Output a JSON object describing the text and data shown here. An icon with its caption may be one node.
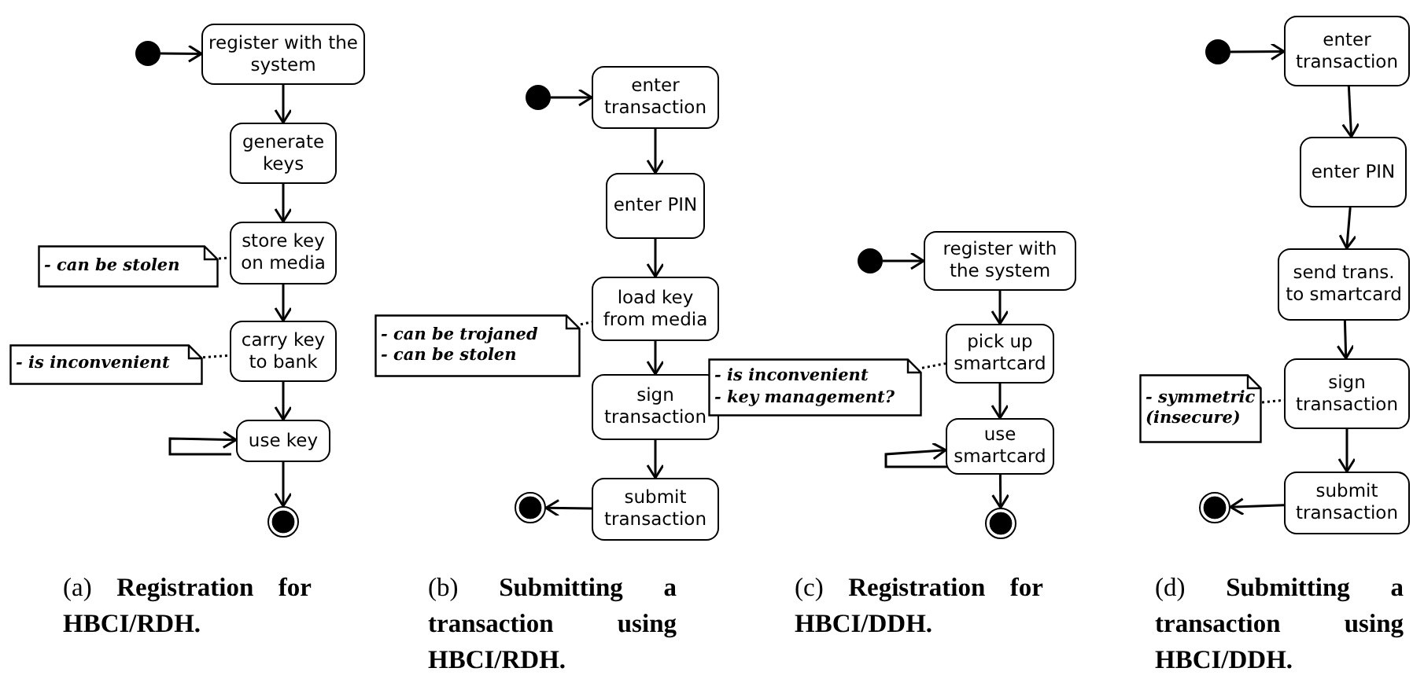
{
  "diagram": {
    "nodes": [
      {
        "text": [],
        "shape": "circle"
      },
      {
        "text": [
          "register with the system"
        ]
      },
      {
        "text": [
          "generate keys"
        ]
      },
      {
        "text": [
          "store key on media"
        ]
      },
      {
        "text": [
          "- can be stolen"
        ]
      },
      {
        "text": [
          "carry key to bank"
        ]
      },
      {
        "text": [
          "- is inconvenient"
        ]
      },
      {
        "text": [
          "use key"
        ]
      },
      {
        "text": [],
        "shape": "circle"
      },
      {
        "text": [],
        "shape": "circle"
      },
      {
        "text": [
          "enter transaction"
        ]
      },
      {
        "text": [
          "enter PIN"
        ]
      },
      {
        "text": [
          "load key from media"
        ]
      },
      {
        "text": [
          "- can be trojaned",
          "- can be stolen"
        ]
      },
      {
        "text": [
          "sign transaction"
        ]
      },
      {
        "text": [
          "submit transaction"
        ]
      },
      {
        "text": [],
        "shape": "circle"
      },
      {
        "text": [],
        "shape": "circle"
      },
      {
        "text": [
          "register with the system"
        ]
      },
      {
        "text": [
          "pick up smartcard"
        ]
      },
      {
        "text": [
          "- is inconvenient",
          "- key management?"
        ]
      },
      {
        "text": [
          "use smartcard"
        ]
      },
      {
        "text": [],
        "shape": "circle"
      },
      {
        "text": [],
        "shape": "circle"
      },
      {
        "text": [
          "enter transaction"
        ]
      },
      {
        "text": [
          "enter PIN"
        ]
      },
      {
        "text": [
          "send trans. to smartcard"
        ]
      },
      {
        "text": [
          "- symmetric (insecure)"
        ]
      },
      {
        "text": [
          "sign transaction"
        ]
      },
      {
        "text": [
          "submit transaction"
        ]
      },
      {
        "text": [],
        "shape": "circle"
      }
    ],
    "edges": [
      {
        "from": 0,
        "to": 1,
        "arrow": "to"
      },
      {
        "from": 1,
        "to": 2,
        "arrow": "to"
      },
      {
        "from": 2,
        "to": 3,
        "arrow": "to"
      },
      {
        "from": 3,
        "to": 5,
        "arrow": "to"
      },
      {
        "from": 5,
        "to": 7,
        "arrow": "to"
      },
      {
        "from": 7,
        "to": 8,
        "arrow": "to"
      },
      {
        "from": 4,
        "to": 3,
        "arrow": "none",
        "style": "dashed"
      },
      {
        "from": 6,
        "to": 5,
        "arrow": "none",
        "style": "dashed"
      },
      {
        "from": null,
        "to": 7,
        "arrow": "to"
      },
      {
        "from": 9,
        "to": 10,
        "arrow": "to"
      },
      {
        "from": 10,
        "to": 11,
        "arrow": "to"
      },
      {
        "from": 11,
        "to": 12,
        "arrow": "to"
      },
      {
        "from": 12,
        "to": 14,
        "arrow": "to"
      },
      {
        "from": 14,
        "to": 15,
        "arrow": "to"
      },
      {
        "from": 15,
        "to": 16,
        "arrow": "to"
      },
      {
        "from": 13,
        "to": 12,
        "arrow": "none",
        "style": "dashed"
      },
      {
        "from": 17,
        "to": 18,
        "arrow": "to"
      },
      {
        "from": 18,
        "to": 19,
        "arrow": "to"
      },
      {
        "from": 19,
        "to": 21,
        "arrow": "to"
      },
      {
        "from": 21,
        "to": 22,
        "arrow": "to"
      },
      {
        "from": 20,
        "to": 19,
        "arrow": "none",
        "style": "dashed"
      },
      {
        "from": null,
        "to": 21,
        "arrow": "to"
      },
      {
        "from": 23,
        "to": 24,
        "arrow": "to"
      },
      {
        "from": 24,
        "to": 25,
        "arrow": "to"
      },
      {
        "from": 25,
        "to": 26,
        "arrow": "to"
      },
      {
        "from": 26,
        "to": 28,
        "arrow": "to"
      },
      {
        "from": 28,
        "to": 29,
        "arrow": "to"
      },
      {
        "from": 29,
        "to": 30,
        "arrow": "to"
      },
      {
        "from": 27,
        "to": 28,
        "arrow": "none",
        "style": "dashed"
      }
    ],
    "labels": [
      "(a) **Registration for HBCI/RDH.**",
      "(b) **Submitting a transaction using HBCI/RDH.**",
      "(c) **Registration for HBCI/DDH.**",
      "(d) **Submitting a transaction using HBCI/DDH.**"
    ]
  }
}
